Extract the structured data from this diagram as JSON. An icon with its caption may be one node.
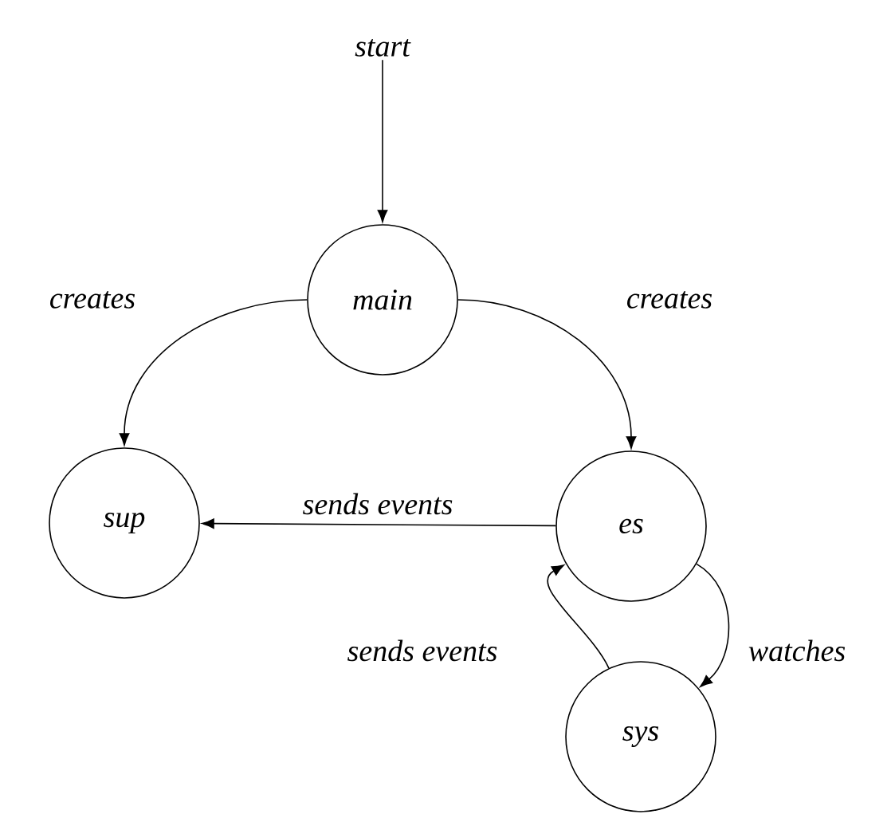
{
  "diagram": {
    "nodes": [
      {
        "text": [
          "start"
        ]
      },
      {
        "text": [
          "main"
        ]
      },
      {
        "text": [
          "sup"
        ]
      },
      {
        "text": [
          "es"
        ]
      },
      {
        "text": [
          "sys"
        ]
      }
    ],
    "edges": [
      {
        "from": 0,
        "to": 1,
        "arrow": "to"
      },
      {
        "from": 1,
        "to": 2,
        "arrow": "to",
        "label": "creates"
      },
      {
        "from": 1,
        "to": 3,
        "arrow": "to",
        "label": "creates"
      },
      {
        "from": 3,
        "to": 2,
        "arrow": "to",
        "label": "sends events"
      },
      {
        "from": 3,
        "to": 4,
        "arrow": "to",
        "label": "watches"
      },
      {
        "from": 4,
        "to": 3,
        "arrow": "to",
        "label": "sends events"
      }
    ]
  }
}
